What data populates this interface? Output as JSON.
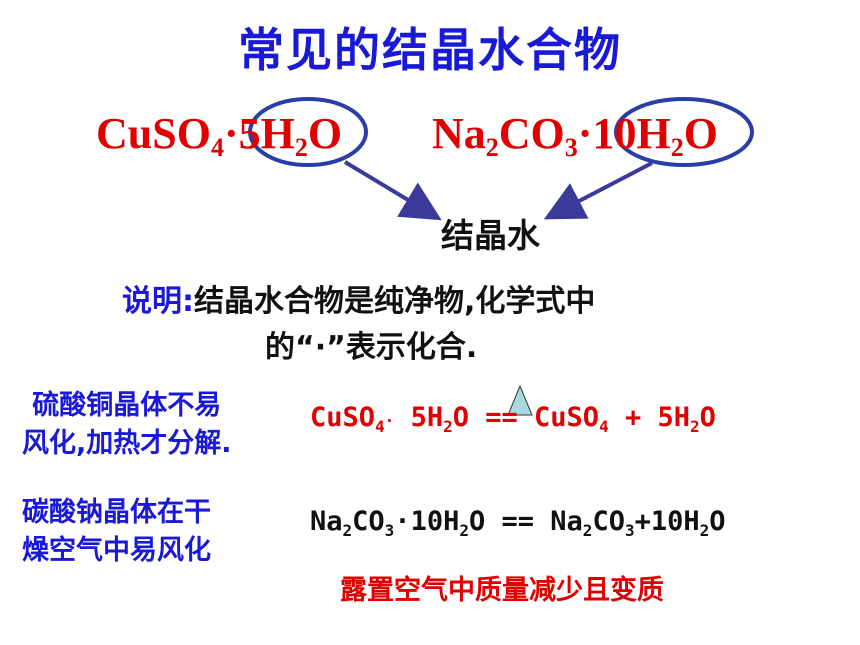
{
  "title": "常见的结晶水合物",
  "formula1": {
    "a": "CuSO",
    "s1": "4",
    "dot": "·",
    "b": "5H",
    "s2": "2",
    "c": "O"
  },
  "formula2": {
    "a": "Na",
    "s1": "2",
    "b": "CO",
    "s2": "3",
    "dot": "·",
    "c": "10H",
    "s3": "2",
    "d": "O"
  },
  "water_label": "结晶水",
  "note": {
    "label": "说明:",
    "line1": "结晶水合物是纯净物,化学式中",
    "line2": "的“·”表示化合."
  },
  "row1": {
    "desc1": "硫酸铜晶体不易",
    "desc2": "风化,加热才分解.",
    "eq": {
      "p1": "CuSO",
      "s1": "4",
      "dot": "·",
      "p2": " 5H",
      "s2": "2",
      "p3": "O == CuSO",
      "s3": "4",
      "p4": " + 5H",
      "s4": "2",
      "p5": "O"
    }
  },
  "row2": {
    "desc1": "碳酸钠晶体在干",
    "desc2": "燥空气中易风化",
    "eq": {
      "p1": "Na",
      "s1": "2",
      "p2": "CO",
      "s2": "3",
      "dot": "·",
      "p3": "10H",
      "s3": "2",
      "p4": "O == Na",
      "s4": "2",
      "p5": "CO",
      "s5": "3",
      "p6": "+10H",
      "s6": "2",
      "p7": "O"
    },
    "note": "露置空气中质量减少且变质"
  },
  "colors": {
    "blue": "#1a1ad6",
    "red": "#e00000",
    "ellipse": "#2a3ea8",
    "arrow": "#3a3a9a",
    "triangle": "#a8d8e0"
  }
}
